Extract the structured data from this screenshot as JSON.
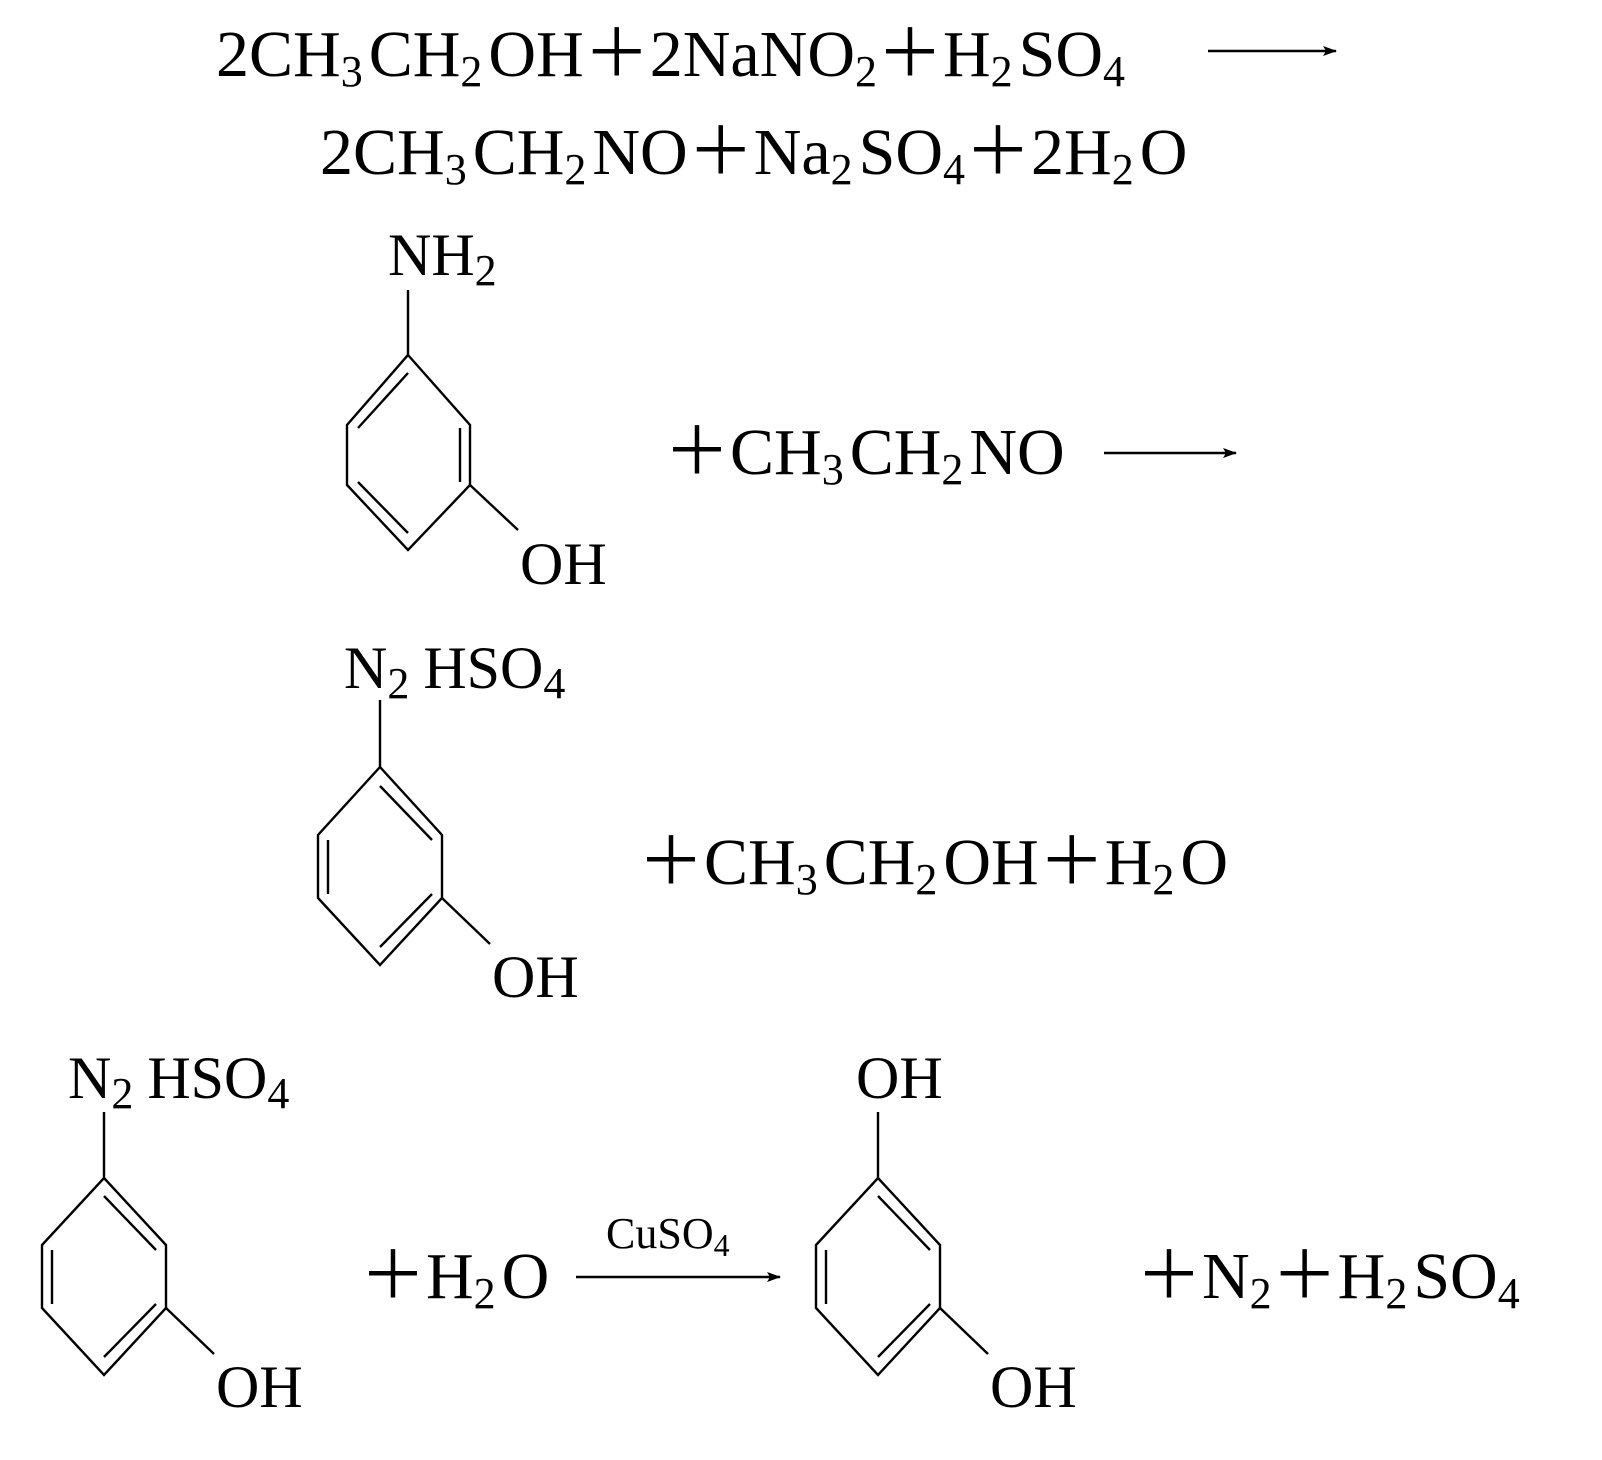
{
  "reaction1": {
    "reactants": {
      "a": "2CH",
      "a_sub": "3",
      "b": "CH",
      "b_sub": "2",
      "c": "OH＋2NaNO",
      "c_sub": "2",
      "d": "＋H",
      "d_sub": "2",
      "e": "SO",
      "e_sub": "4"
    },
    "products": {
      "a": "2CH",
      "a_sub": "3",
      "b": "CH",
      "b_sub": "2",
      "c": "NO＋Na",
      "c_sub": "2",
      "d": "SO",
      "d_sub": "4",
      "e": "＋2H",
      "e_sub": "2",
      "f": "O"
    }
  },
  "reaction2": {
    "top_group": "NH",
    "top_group_sub": "2",
    "bottom_group": "OH",
    "reagent": {
      "a": "＋CH",
      "a_sub": "3",
      "b": "CH",
      "b_sub": "2",
      "c": "NO"
    }
  },
  "reaction3": {
    "top_group": "N",
    "top_group_sub": "2",
    "top_group_rest": "HSO",
    "top_group_rest_sub": "4",
    "bottom_group": "OH",
    "byproducts": {
      "a": "＋CH",
      "a_sub": "3",
      "b": "CH",
      "b_sub": "2",
      "c": "OH＋H",
      "c_sub": "2",
      "d": "O"
    }
  },
  "reaction4": {
    "top_group": "N",
    "top_group_sub": "2",
    "top_group_rest": "HSO",
    "top_group_rest_sub": "4",
    "bottom_group": "OH",
    "water": {
      "a": "＋H",
      "a_sub": "2",
      "b": "O"
    },
    "catalyst": "CuSO",
    "catalyst_sub": "4",
    "product_top": "OH",
    "product_bottom": "OH",
    "byproducts": {
      "a": "＋N",
      "a_sub": "2",
      "b": "＋H",
      "b_sub": "2",
      "c": "SO",
      "c_sub": "4"
    }
  }
}
